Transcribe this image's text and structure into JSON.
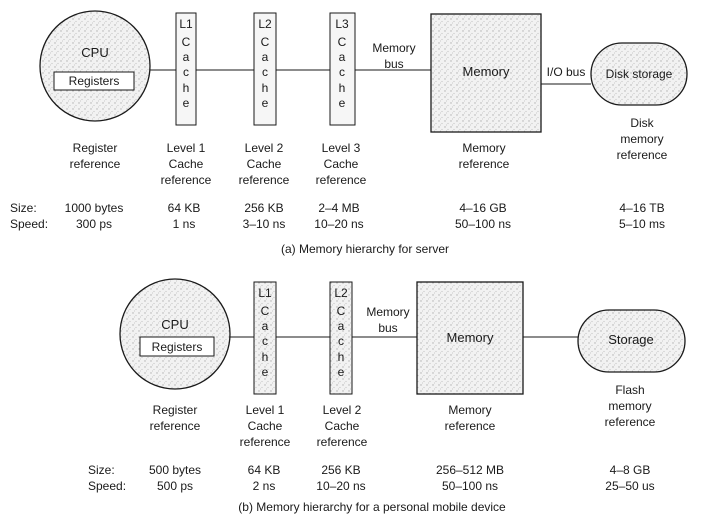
{
  "server": {
    "cpu": {
      "title": "CPU",
      "registers": "Registers"
    },
    "caches": [
      {
        "name": "L1",
        "letters": [
          "C",
          "a",
          "c",
          "h",
          "e"
        ]
      },
      {
        "name": "L2",
        "letters": [
          "C",
          "a",
          "c",
          "h",
          "e"
        ]
      },
      {
        "name": "L3",
        "letters": [
          "C",
          "a",
          "c",
          "h",
          "e"
        ]
      }
    ],
    "memory_bus": [
      "Memory",
      "bus"
    ],
    "memory": "Memory",
    "io_bus": "I/O bus",
    "disk": "Disk storage",
    "refs": {
      "register": [
        "Register",
        "reference"
      ],
      "l1": [
        "Level 1",
        "Cache",
        "reference"
      ],
      "l2": [
        "Level 2",
        "Cache",
        "reference"
      ],
      "l3": [
        "Level 3",
        "Cache",
        "reference"
      ],
      "memory": [
        "Memory",
        "reference"
      ],
      "disk": [
        "Disk",
        "memory",
        "reference"
      ]
    },
    "size_label": "Size:",
    "speed_label": "Speed:",
    "sizes": [
      "1000 bytes",
      "64 KB",
      "256 KB",
      "2–4 MB",
      "4–16 GB",
      "4–16 TB"
    ],
    "speeds": [
      "300 ps",
      "1 ns",
      "3–10 ns",
      "10–20 ns",
      "50–100 ns",
      "5–10 ms"
    ],
    "caption": "(a) Memory hierarchy for server"
  },
  "mobile": {
    "cpu": {
      "title": "CPU",
      "registers": "Registers"
    },
    "caches": [
      {
        "name": "L1",
        "letters": [
          "C",
          "a",
          "c",
          "h",
          "e"
        ]
      },
      {
        "name": "L2",
        "letters": [
          "C",
          "a",
          "c",
          "h",
          "e"
        ]
      }
    ],
    "memory_bus": [
      "Memory",
      "bus"
    ],
    "memory": "Memory",
    "storage": "Storage",
    "refs": {
      "register": [
        "Register",
        "reference"
      ],
      "l1": [
        "Level 1",
        "Cache",
        "reference"
      ],
      "l2": [
        "Level 2",
        "Cache",
        "reference"
      ],
      "memory": [
        "Memory",
        "reference"
      ],
      "flash": [
        "Flash",
        "memory",
        "reference"
      ]
    },
    "size_label": "Size:",
    "speed_label": "Speed:",
    "sizes": [
      "500 bytes",
      "64 KB",
      "256 KB",
      "256–512 MB",
      "4–8 GB"
    ],
    "speeds": [
      "500 ps",
      "2 ns",
      "10–20 ns",
      "50–100 ns",
      "25–50 us"
    ],
    "caption": "(b) Memory hierarchy for a personal mobile device"
  },
  "colors": {
    "ink": "#1a1a1a",
    "fill": "#eeeeee",
    "stipple": "#b8b8b8"
  }
}
